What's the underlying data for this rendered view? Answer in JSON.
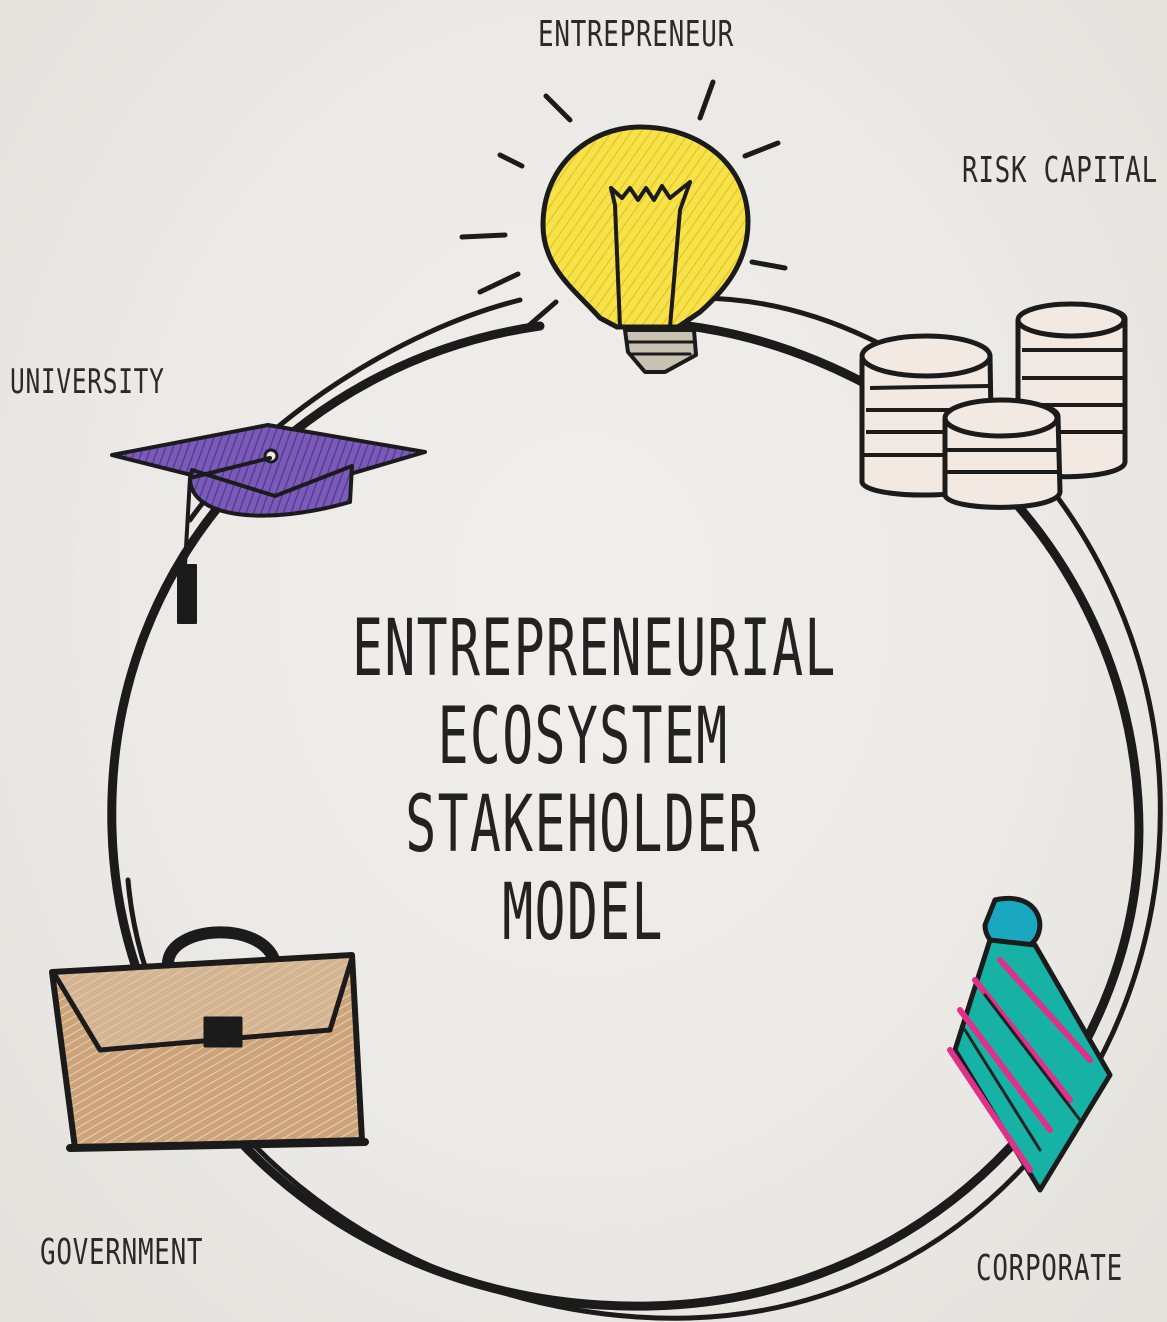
{
  "title": {
    "line1": "Entrepreneurial",
    "line2": "ecosystem",
    "line3": "Stakeholder model"
  },
  "nodes": {
    "entrepreneur": {
      "label": "ENTREPRENEUR",
      "icon": "lightbulb-icon",
      "color": "#f7e03a"
    },
    "risk_capital": {
      "label": "Risk Capital",
      "icon": "coins-stack-icon",
      "color": "#efe2d8"
    },
    "university": {
      "label": "UNIVERSITY",
      "icon": "graduation-cap-icon",
      "color": "#6b4aa8"
    },
    "government": {
      "label": "GOVERNMENT",
      "icon": "briefcase-icon",
      "color": "#caa070"
    },
    "corporate": {
      "label": "CORPORATE",
      "icon": "necktie-icon",
      "colors": [
        "#1aa8c0",
        "#e0308a",
        "#16b2a6"
      ]
    }
  },
  "colors": {
    "ink": "#1b1b1b",
    "background": "#ebe9e5"
  }
}
